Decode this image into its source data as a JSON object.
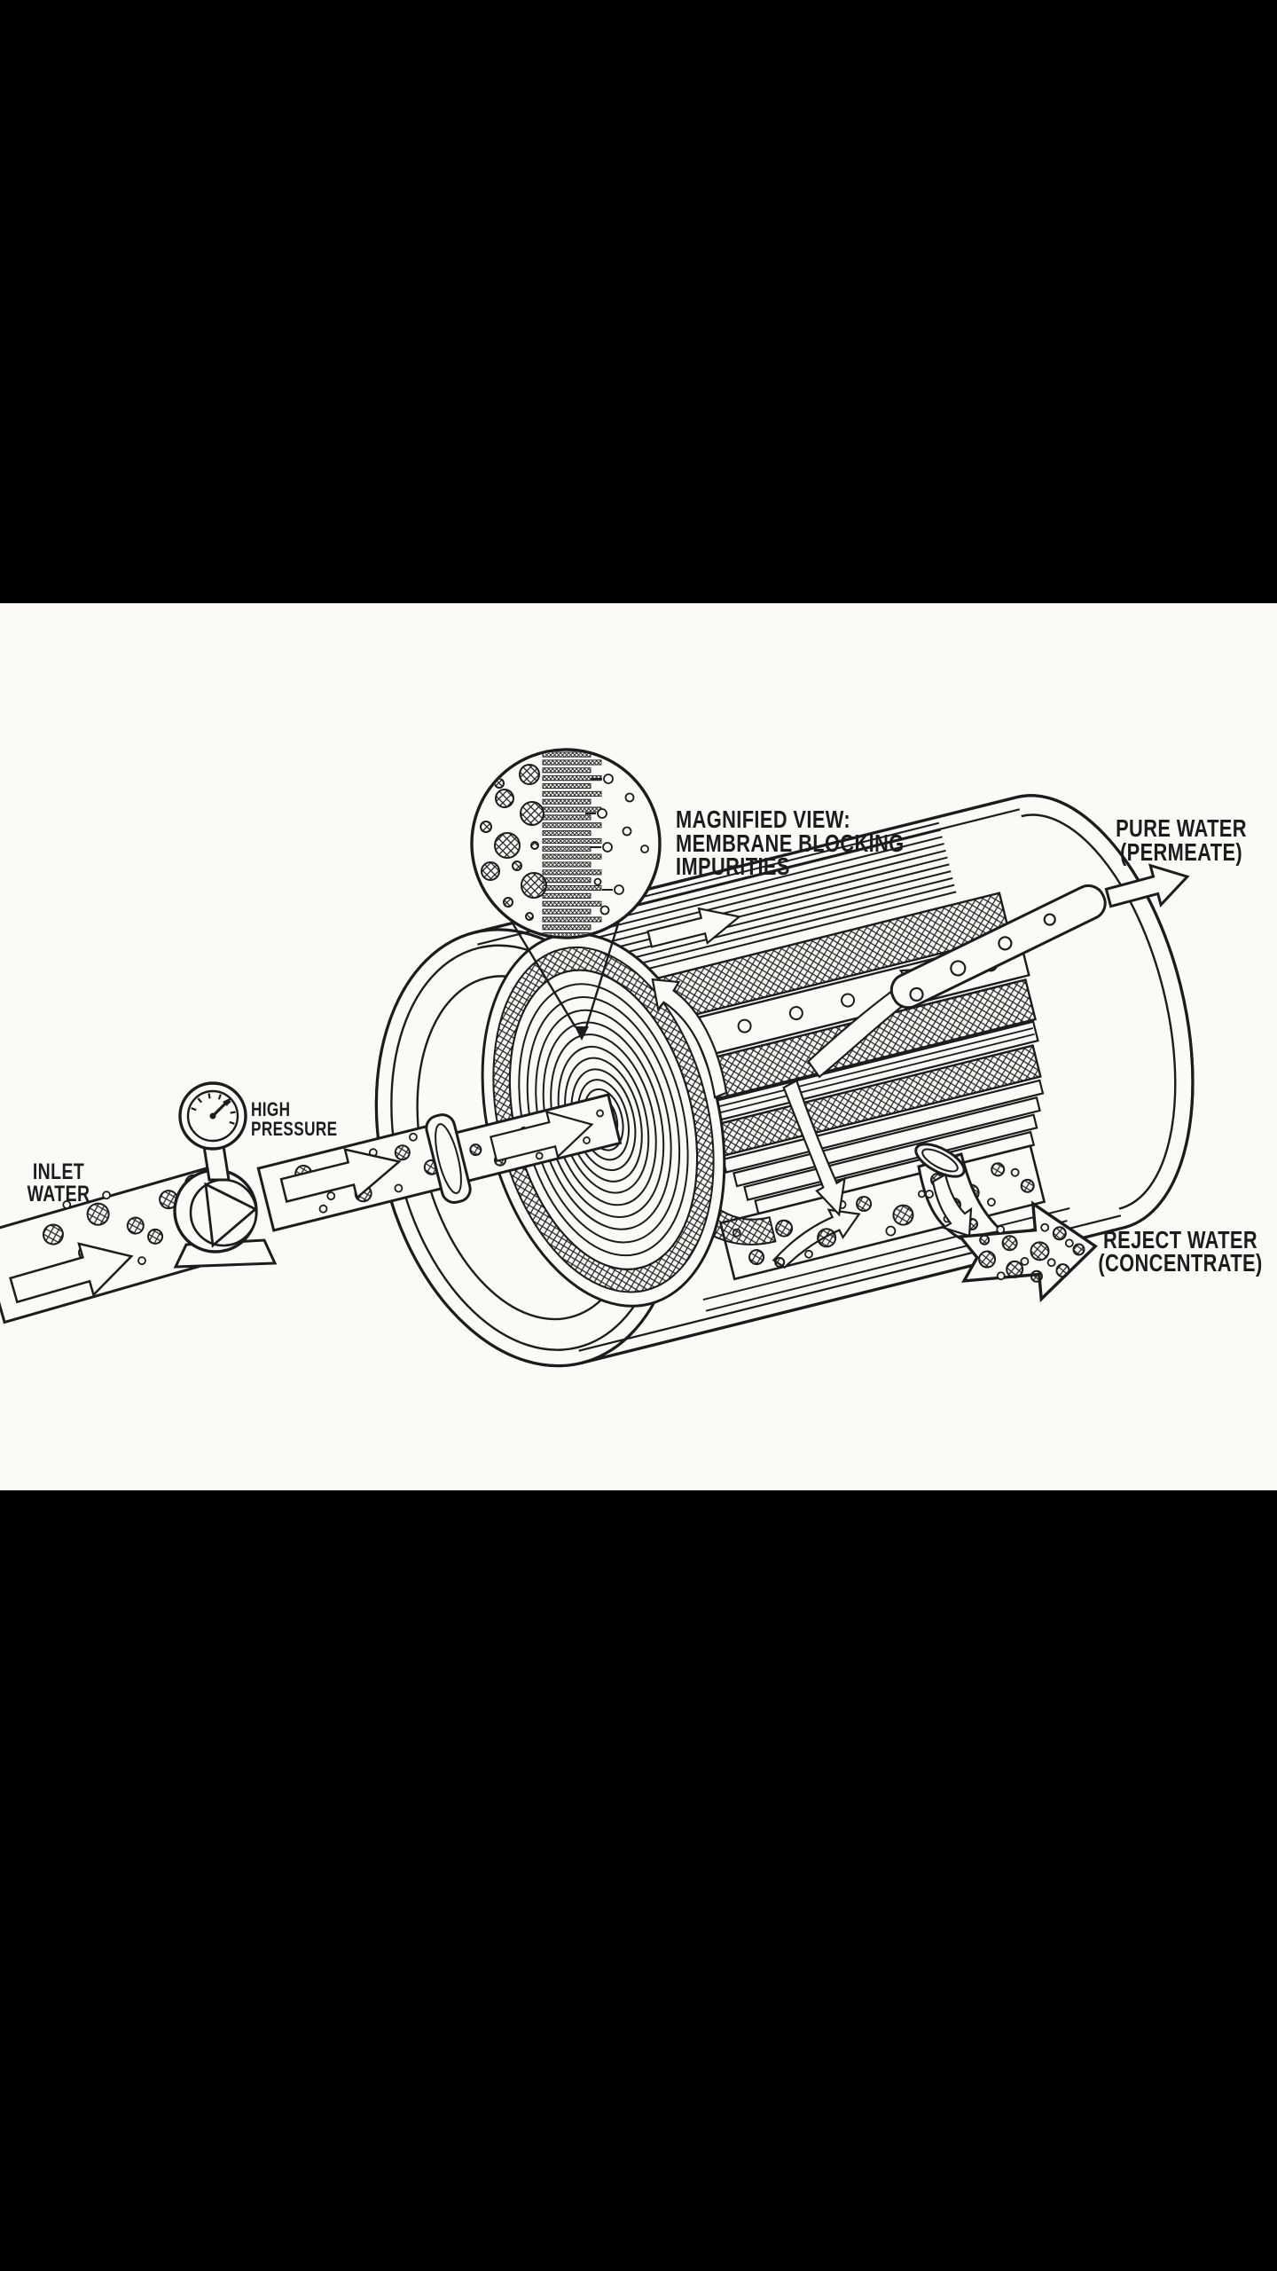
{
  "canvas": {
    "background": "#000000",
    "paper": "#fbfaf7",
    "ink": "#1c1c1c"
  },
  "labels": {
    "magnified_view": {
      "line1": "MAGNIFIED VIEW:",
      "line2": "MEMBRANE BLOCKING",
      "line3": "IMPURITIES"
    },
    "pure_water": {
      "line1": "PURE WATER",
      "line2": "(PERMEATE)"
    },
    "inlet_water": {
      "line1": "INLET",
      "line2": "WATER"
    },
    "high_pressure": {
      "line1": "HIGH",
      "line2": "PRESSURE"
    },
    "reject_water": {
      "line1": "REJECT WATER",
      "line2": "(CONCENTRATE)"
    }
  },
  "components": {
    "magnifier": "magnified-membrane-cross-section",
    "gauge": "pressure-gauge",
    "pump": "feed-pump",
    "vessel": "spiral-wound-membrane-vessel",
    "permeate_tube": "permeate-collection-tube",
    "reject_elbow": "concentrate-outlet-elbow",
    "inlet_pipe": "inlet-pipe",
    "flow_arrows": "flow-direction-arrows"
  }
}
